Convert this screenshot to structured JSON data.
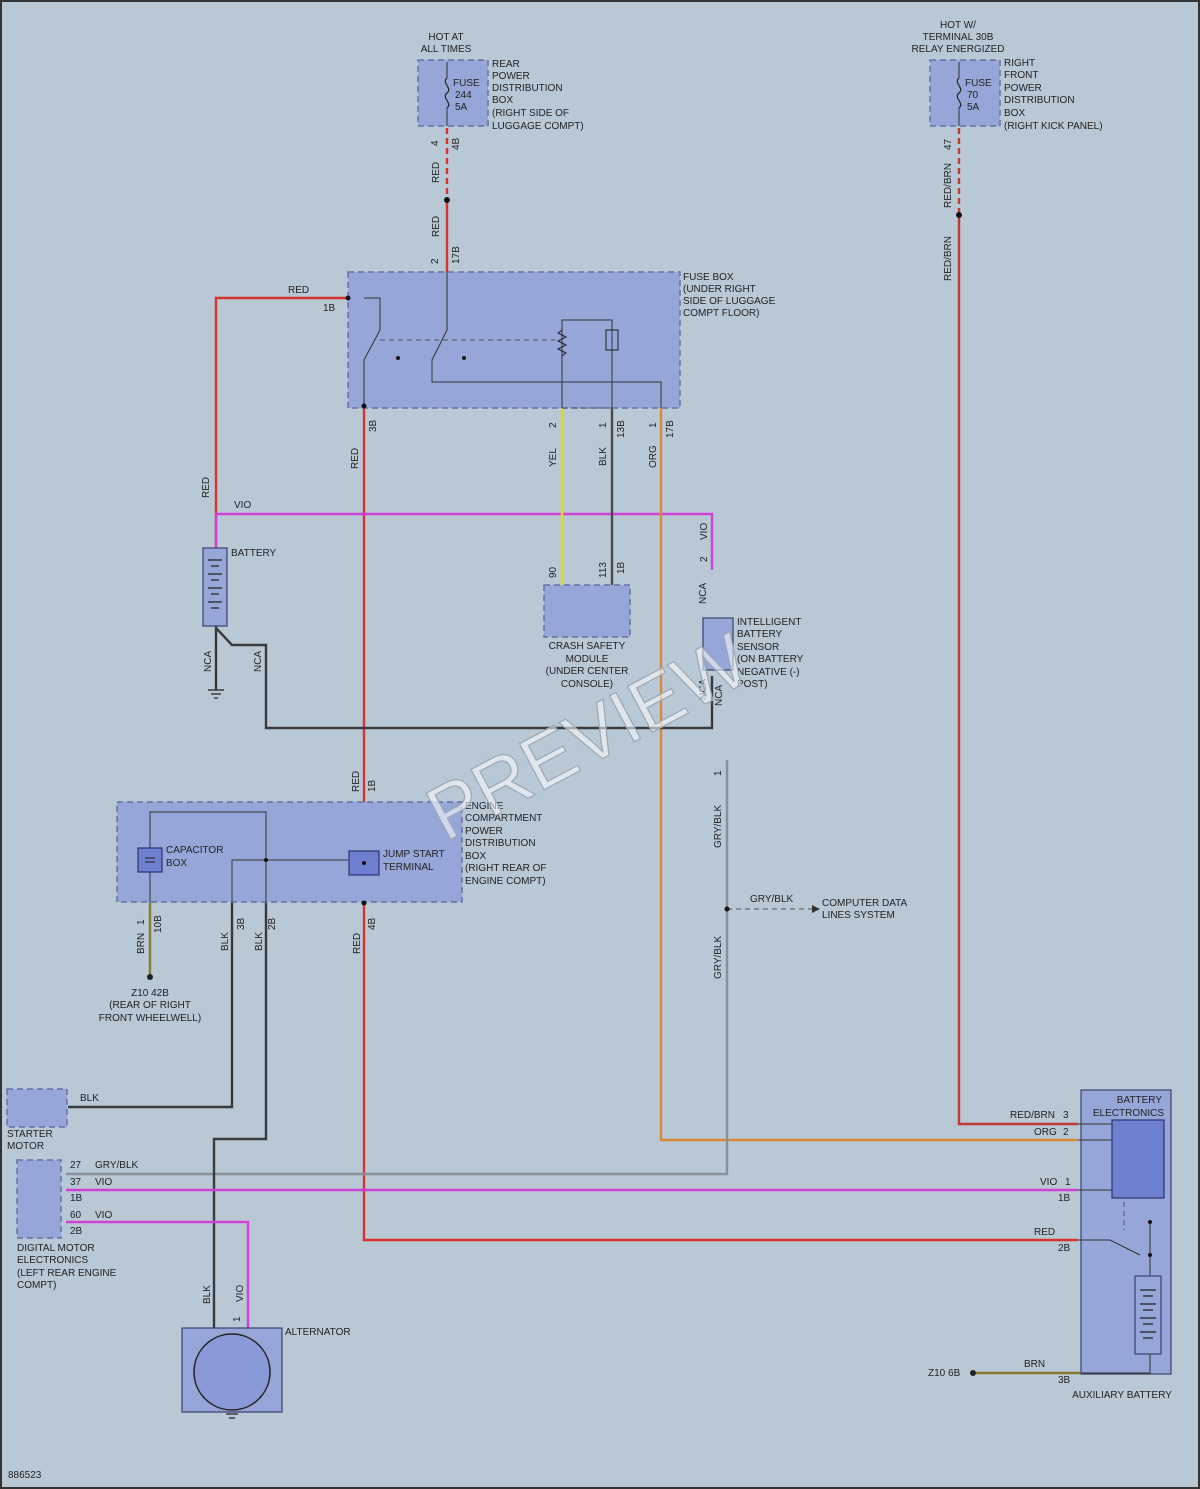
{
  "diagram_id": "886523",
  "watermark": "PREVIEW",
  "sources": {
    "hot_at_all_times": [
      "HOT AT",
      "ALL TIMES"
    ],
    "hot_with_30b": [
      "HOT W/",
      "TERMINAL 30B",
      "RELAY ENERGIZED"
    ]
  },
  "components": {
    "rear_pdb": {
      "fuse": [
        "FUSE",
        "244",
        "5A"
      ],
      "label": [
        "REAR",
        "POWER",
        "DISTRIBUTION",
        "BOX",
        "(RIGHT SIDE OF",
        "LUGGAGE COMPT)"
      ]
    },
    "front_pdb": {
      "fuse": [
        "FUSE",
        "70",
        "5A"
      ],
      "label": [
        "RIGHT",
        "FRONT",
        "POWER",
        "DISTRIBUTION",
        "BOX",
        "(RIGHT KICK PANEL)"
      ]
    },
    "fuse_box": [
      "FUSE BOX",
      "(UNDER RIGHT",
      "SIDE OF LUGGAGE",
      "COMPT FLOOR)"
    ],
    "battery": "BATTERY",
    "crash_module": [
      "CRASH SAFETY",
      "MODULE",
      "(UNDER CENTER",
      "CONSOLE)"
    ],
    "ibs": [
      "INTELLIGENT",
      "BATTERY",
      "SENSOR",
      "(ON BATTERY",
      "NEGATIVE (-)",
      "POST)"
    ],
    "engine_pdb": [
      "ENGINE",
      "COMPARTMENT",
      "POWER",
      "DISTRIBUTION",
      "BOX",
      "(RIGHT REAR OF",
      "ENGINE COMPT)"
    ],
    "capacitor_box": [
      "CAPACITOR",
      "BOX"
    ],
    "jump_start": [
      "JUMP START",
      "TERMINAL"
    ],
    "ground_z10_42b": [
      "Z10 42B",
      "(REAR OF RIGHT",
      "FRONT WHEELWELL)"
    ],
    "computer_data": [
      "COMPUTER DATA",
      "LINES SYSTEM"
    ],
    "starter": [
      "STARTER",
      "MOTOR"
    ],
    "dme": [
      "DIGITAL MOTOR",
      "ELECTRONICS",
      "(LEFT REAR ENGINE",
      "COMPT)"
    ],
    "alternator": "ALTERNATOR",
    "battery_electronics": [
      "BATTERY",
      "ELECTRONICS"
    ],
    "aux_battery": "AUXILIARY BATTERY",
    "ground_z10_6b": "Z10 6B"
  },
  "wire_labels": {
    "red": "RED",
    "vio": "VIO",
    "blk": "BLK",
    "yel": "YEL",
    "org": "ORG",
    "nca": "NCA",
    "brn": "BRN",
    "gry_blk": "GRY/BLK",
    "red_brn": "RED/BRN"
  },
  "pins": {
    "p4": "4",
    "p4b": "4B",
    "p2": "2",
    "p17b": "17B",
    "p1b": "1B",
    "p3b": "3B",
    "p1": "1",
    "p13b": "13B",
    "p90": "90",
    "p113": "113",
    "p10b": "10B",
    "p2b": "2B",
    "p47": "47",
    "p27": "27",
    "p37": "37",
    "p60": "60",
    "p3": "3"
  }
}
